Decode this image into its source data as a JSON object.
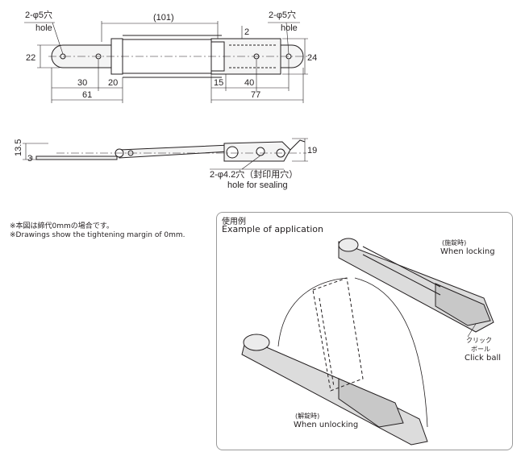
{
  "top_view": {
    "dim_101": "(101)",
    "hole_left_spec": "2-φ5穴",
    "hole_left_en": "hole",
    "hole_right_spec": "2-φ5穴",
    "hole_right_en": "hole",
    "dim_2": "2",
    "dim_22": "22",
    "dim_24": "24",
    "dim_30": "30",
    "dim_20": "20",
    "dim_61": "61",
    "dim_15": "15",
    "dim_40": "40",
    "dim_77": "77"
  },
  "side_view": {
    "dim_13_5": "13.5",
    "dim_3": "3",
    "dim_19": "19",
    "seal_hole_spec": "2-φ4.2穴（封印用穴）",
    "seal_hole_en": "hole for sealing"
  },
  "notes": {
    "jp": "※本図は締代0mmの場合です。",
    "en": "※Drawings show the tightening margin of 0mm."
  },
  "application": {
    "title_jp": "使用例",
    "title_en": "Example of application",
    "locking_jp": "(施錠時)",
    "locking_en": "When locking",
    "unlocking_jp": "(解錠時)",
    "unlocking_en": "When unlocking",
    "click_ball_jp_1": "クリック",
    "click_ball_jp_2": "ボール",
    "click_ball_en": "Click ball"
  }
}
